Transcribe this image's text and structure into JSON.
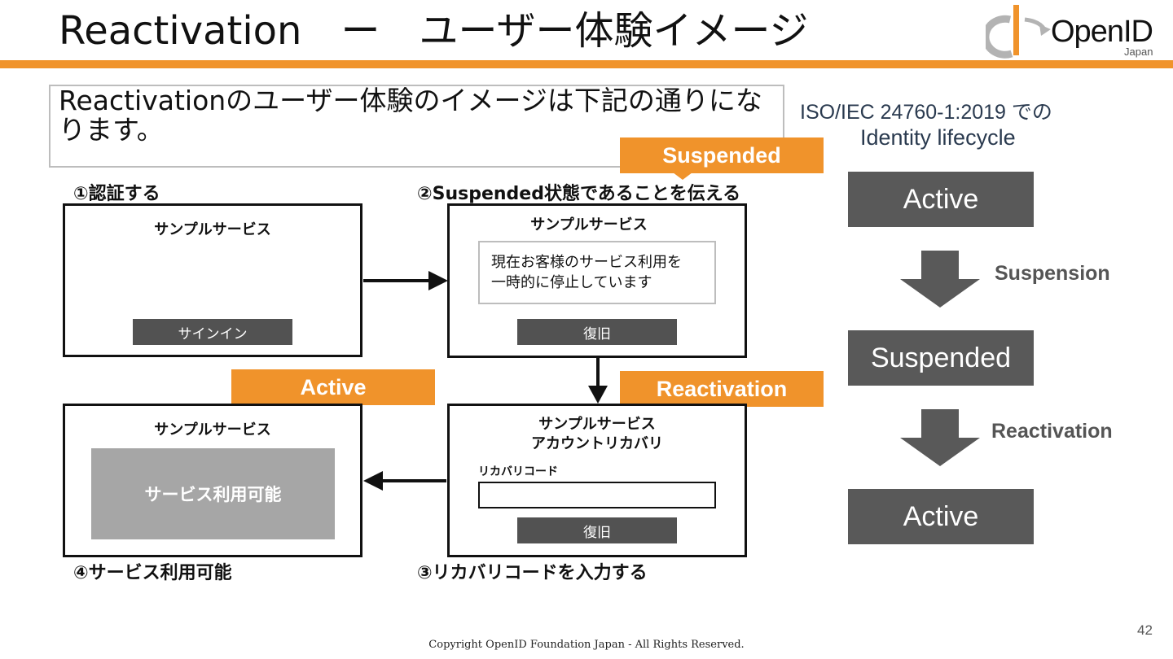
{
  "header": {
    "title": "Reactivation　ー　ユーザー体験イメージ",
    "logo_text": "OpenID",
    "logo_sub": "Japan",
    "accent_color": "#f0932b"
  },
  "intro": {
    "text": "Reactivationのユーザー体験のイメージは下記の通りになります。"
  },
  "lifecycle": {
    "caption_line1": "ISO/IEC 24760-1:2019 での",
    "caption_line2": "Identity lifecycle",
    "states": [
      "Active",
      "Suspended",
      "Active"
    ],
    "transitions": [
      "Suspension",
      "Reactivation"
    ]
  },
  "steps": {
    "step1": {
      "label": "①認証する",
      "service_name": "サンプルサービス",
      "button": "サインイン"
    },
    "step2": {
      "label": "②Suspended状態であることを伝える",
      "tag": "Suspended",
      "service_name": "サンプルサービス",
      "message_line1": "現在お客様のサービス利用を",
      "message_line2": "一時的に停止しています",
      "button": "復旧"
    },
    "step3": {
      "label": "③リカバリコードを入力する",
      "tag": "Reactivation",
      "service_name": "サンプルサービス",
      "subtitle": "アカウントリカバリ",
      "field_label": "リカバリコード",
      "field_value": "",
      "button": "復旧"
    },
    "step4": {
      "label": "④サービス利用可能",
      "tag": "Active",
      "service_name": "サンプルサービス",
      "status_box": "サービス利用可能"
    }
  },
  "footer": {
    "page_number": "42",
    "copyright": "Copyright OpenID Foundation Japan - All Rights Reserved."
  }
}
